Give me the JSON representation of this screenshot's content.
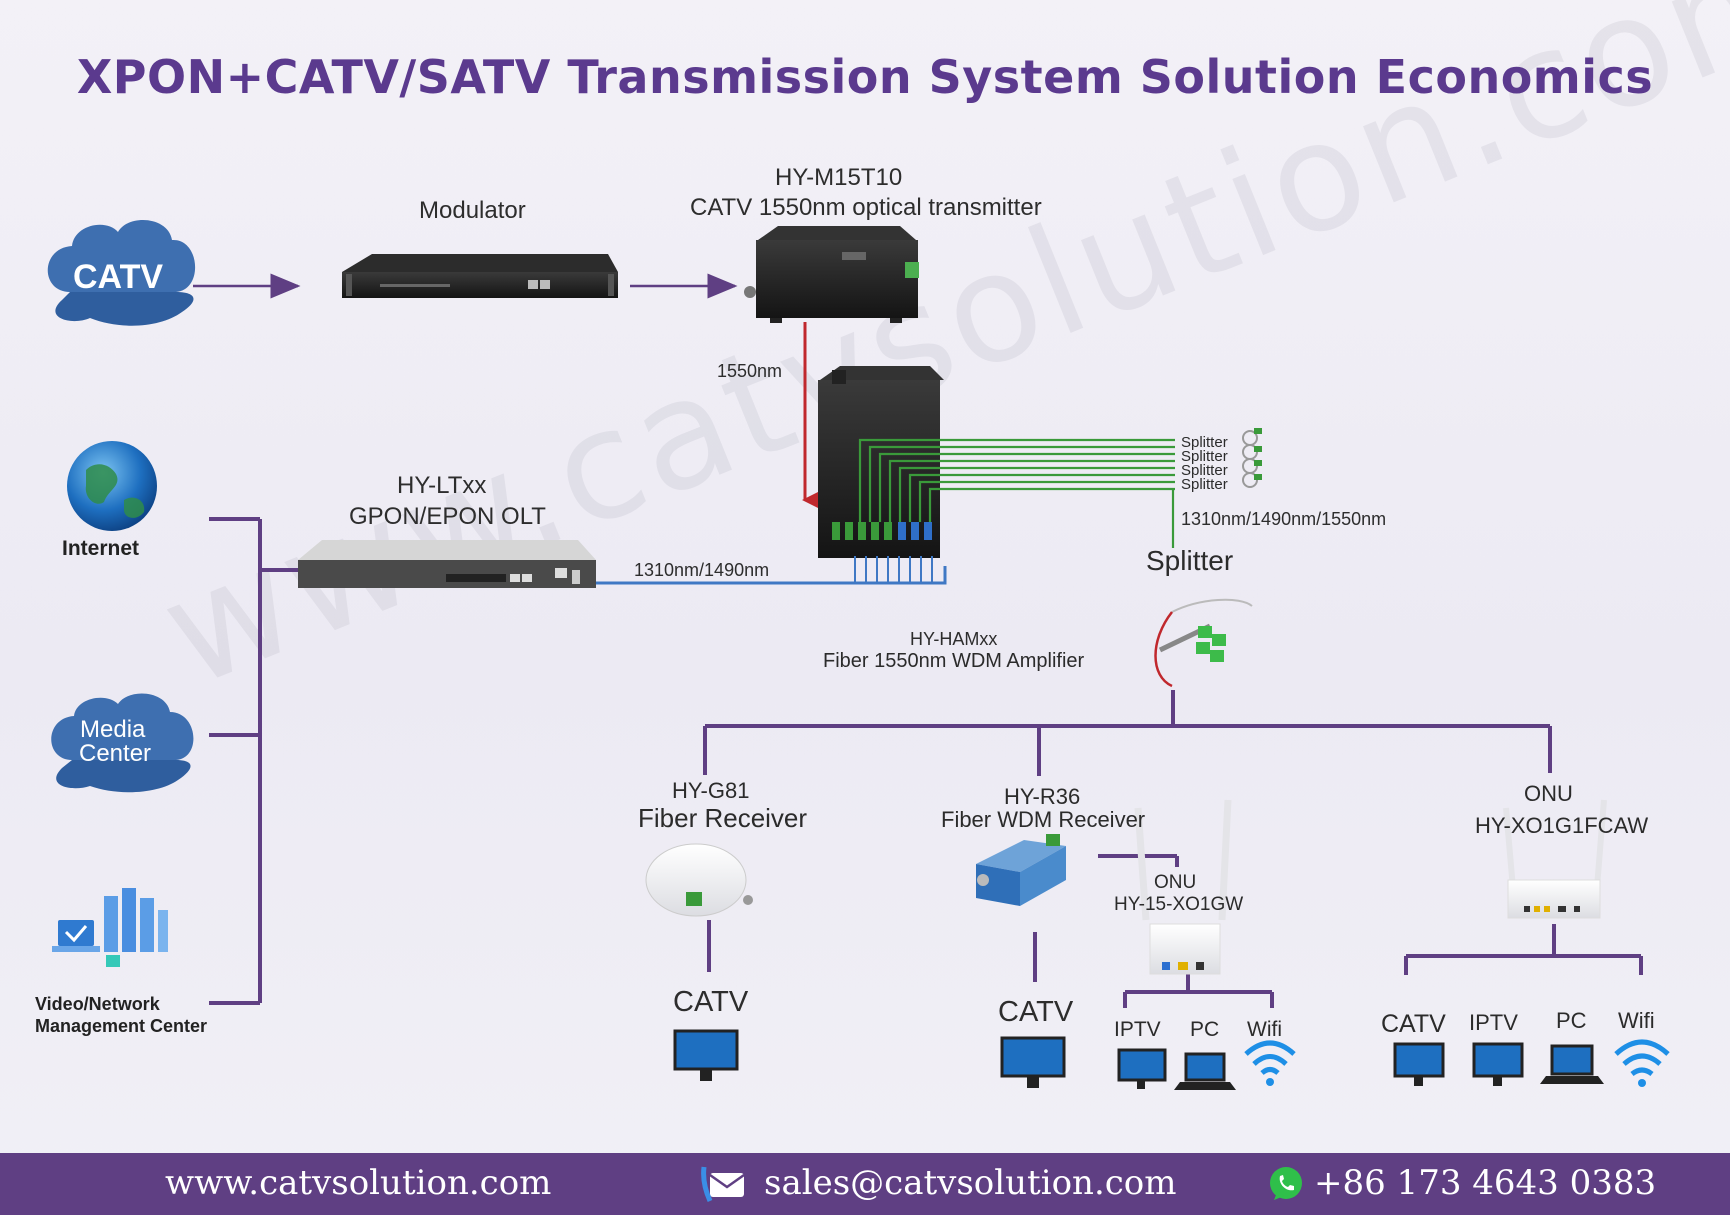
{
  "title": "XPON+CATV/SATV Transmission System Solution Economics",
  "watermark": "www.catvsolution.com",
  "sources": {
    "catv": "CATV",
    "internet": "Internet",
    "media_center_line1": "Media",
    "media_center_line2": "Center",
    "mgmt_line1": "Video/Network",
    "mgmt_line2": "Management Center"
  },
  "devices": {
    "modulator": "Modulator",
    "transmitter_model": "HY-M15T10",
    "transmitter_desc": "CATV 1550nm optical transmitter",
    "olt_model": "HY-LTxx",
    "olt_desc": "GPON/EPON OLT",
    "amp_model": "HY-HAMxx",
    "amp_desc": "Fiber 1550nm WDM Amplifier",
    "splitter": "Splitter",
    "splitter_small": [
      "Splitter",
      "Splitter",
      "Splitter",
      "Splitter"
    ]
  },
  "wavelengths": {
    "w1550": "1550nm",
    "w1310_1490": "1310nm/1490nm",
    "w1310_1490_1550": "1310nm/1490nm/1550nm"
  },
  "endpoints": {
    "g81_model": "HY-G81",
    "g81_desc": "Fiber Receiver",
    "g81_out": "CATV",
    "r36_model": "HY-R36",
    "r36_desc": "Fiber WDM Receiver",
    "r36_out": "CATV",
    "onu1_title": "ONU",
    "onu1_model": "HY-15-XO1GW",
    "onu1_outs": [
      "IPTV",
      "PC",
      "Wifi"
    ],
    "onu2_title": "ONU",
    "onu2_model": "HY-XO1G1FCAW",
    "onu2_outs": [
      "CATV",
      "IPTV",
      "PC",
      "Wifi"
    ]
  },
  "footer": {
    "website": "www.catvsolution.com",
    "email": "sales@catvsolution.com",
    "phone": "+86 173 4643 0383"
  },
  "colors": {
    "title": "#5b3a8e",
    "connector": "#5f3f83",
    "fiber_1550": "#c0282d",
    "fiber_1310": "#3f78c4",
    "fiber_green": "#3a9a3a",
    "cloud": "#3e6fb0",
    "footer_bg": "#5f3f83"
  }
}
